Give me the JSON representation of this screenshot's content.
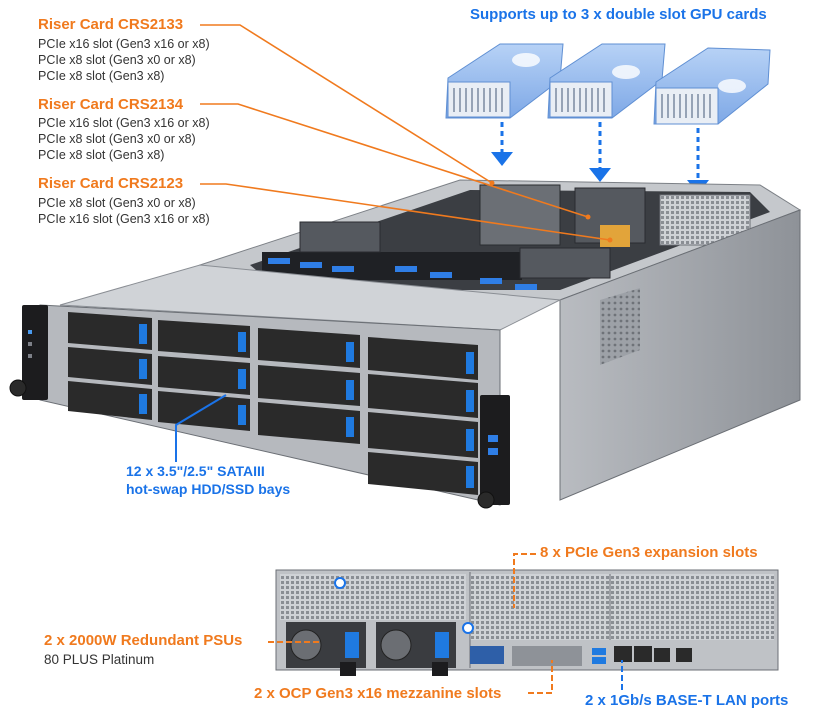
{
  "riser1": {
    "title": "Riser Card CRS2133",
    "lines": [
      "PCIe x16 slot (Gen3 x16 or x8)",
      "PCIe x8 slot (Gen3 x0 or x8)",
      "PCIe x8 slot (Gen3 x8)"
    ]
  },
  "riser2": {
    "title": "Riser Card CRS2134",
    "lines": [
      "PCIe x16 slot (Gen3 x16 or x8)",
      "PCIe x8 slot (Gen3 x0 or x8)",
      "PCIe x8 slot (Gen3 x8)"
    ]
  },
  "riser3": {
    "title": "Riser Card CRS2123",
    "lines": [
      "PCIe x8 slot (Gen3 x0 or x8)",
      "PCIe x16 slot (Gen3 x16 or x8)"
    ]
  },
  "gpu": {
    "caption": "Supports up to 3 x double slot GPU cards"
  },
  "bays": {
    "line1": "12 x 3.5\"/2.5\" SATAIII",
    "line2": "hot-swap HDD/SSD bays"
  },
  "expansion": {
    "caption": "8 x PCIe Gen3 expansion slots"
  },
  "psu": {
    "title": "2 x 2000W Redundant PSUs",
    "sub": "80 PLUS Platinum"
  },
  "ocp": {
    "caption": "2 x OCP Gen3 x16 mezzanine slots"
  },
  "lan": {
    "caption": "2 x 1Gb/s BASE-T LAN ports"
  },
  "colors": {
    "orange": "#f07a1e",
    "blue": "#1a73e8",
    "chassis": "#a9adb3",
    "bay": "#2a2a2a",
    "bay_latch": "#1f7ae0",
    "gpu": "#8fb6ec"
  }
}
